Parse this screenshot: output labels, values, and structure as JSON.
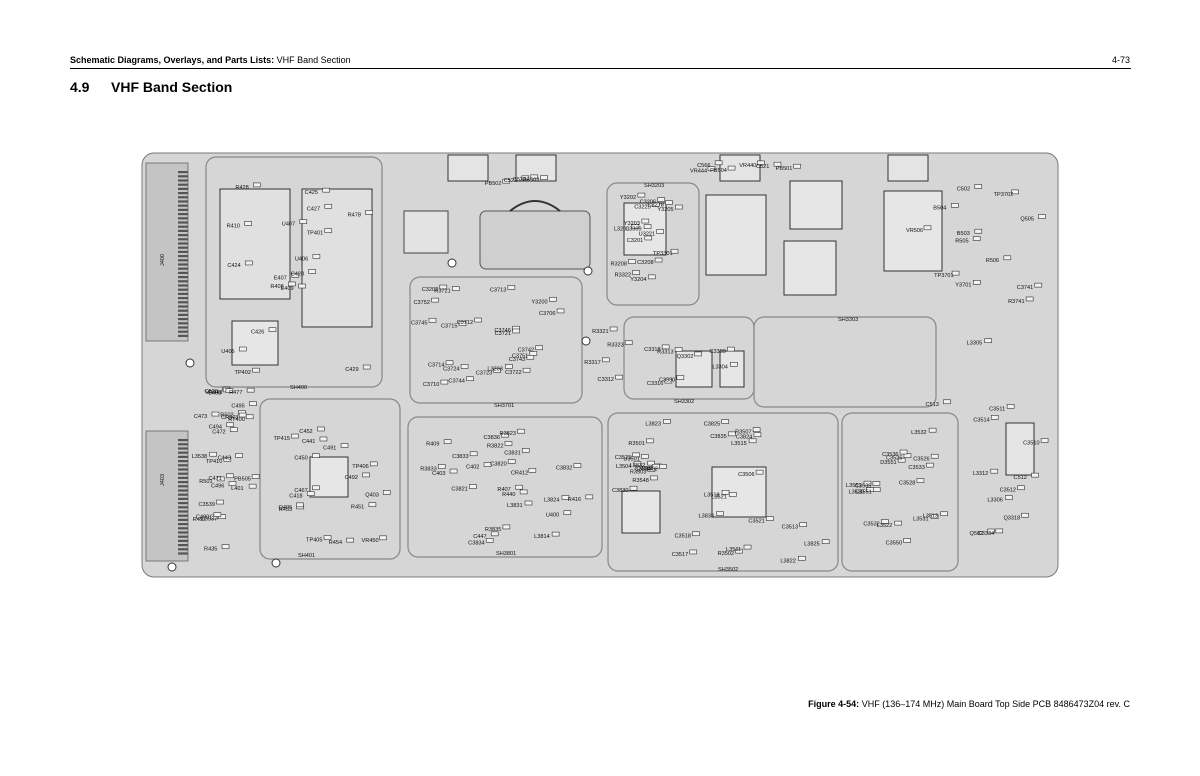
{
  "header": {
    "section_bold": "Schematic Diagrams, Overlays, and Parts Lists:",
    "section_rest": " VHF Band Section",
    "page_number": "4-73"
  },
  "heading": {
    "number": "4.9",
    "title": "VHF Band Section"
  },
  "board": {
    "shield_labels": [
      "SH400",
      "SH401",
      "SH3701",
      "SH3801",
      "SH3502",
      "SH3302",
      "SH3303",
      "SH3203"
    ],
    "connector_labels": [
      "J400",
      "J403"
    ],
    "component_labels": [
      "E409",
      "R410",
      "E407",
      "U405",
      "U406",
      "C426",
      "C425",
      "U407",
      "C427",
      "C428",
      "R428",
      "C429",
      "C424",
      "R478",
      "R408",
      "TP401",
      "TP402",
      "C523",
      "PB503",
      "PB502",
      "C522",
      "VR444",
      "PB504",
      "VR440",
      "C521",
      "PB501",
      "C566",
      "C502",
      "VR506",
      "R506",
      "Q505",
      "R505",
      "Y3701",
      "B503",
      "B504",
      "TP3702",
      "TP3701",
      "R3741",
      "C3741",
      "C3742",
      "C3713",
      "C3712",
      "C3715",
      "C3743",
      "C3744",
      "C3745",
      "C3746",
      "C3710",
      "C3723",
      "C3721",
      "C3714",
      "C3706",
      "C3752",
      "C3751",
      "C3722",
      "C3724",
      "R3721",
      "C3202",
      "L3203",
      "Y3200",
      "C3206",
      "C3201",
      "L3200",
      "Y3203",
      "Y3205",
      "Y3202",
      "C3278",
      "C3225",
      "U3221",
      "R3208",
      "C3208",
      "Y3204",
      "TP3301",
      "L3309",
      "R3322",
      "R3321",
      "R3323",
      "R3317",
      "C3318",
      "C3330",
      "R3313",
      "C3312",
      "Q3302",
      "L3304",
      "C3316",
      "C3309",
      "L3312",
      "Q3318",
      "C3334",
      "L3306",
      "L3305",
      "C3510",
      "C3511",
      "C3512",
      "C3514",
      "C512",
      "C513",
      "Q502",
      "R502",
      "CR503",
      "R501",
      "C520",
      "PB505",
      "L3538",
      "C3539",
      "C3537",
      "R435",
      "C443",
      "RT400",
      "TP410",
      "L401",
      "C473",
      "C472",
      "C471",
      "VR449",
      "R497",
      "C496",
      "C495",
      "C494",
      "C493",
      "C490",
      "R477",
      "C491",
      "C441",
      "C492",
      "C418",
      "VR450",
      "TP405",
      "TP406",
      "TP415",
      "R453",
      "R454",
      "C450",
      "C452",
      "Q403",
      "R451",
      "C467",
      "Q405",
      "R416",
      "C402",
      "R440",
      "C403",
      "U400",
      "R407",
      "CR412",
      "R409",
      "C447",
      "L3814",
      "R3835",
      "C3836",
      "C3832",
      "C3833",
      "R3833",
      "C3834",
      "L3824",
      "R3823",
      "R3822",
      "C3820",
      "C3821",
      "C3831",
      "L3831",
      "C3835",
      "C3830",
      "C3825",
      "C3824",
      "L3832",
      "L3833",
      "L3825",
      "L3823",
      "L3822",
      "C3513",
      "L3511",
      "L3504",
      "R3507",
      "C3506",
      "C3517",
      "L3515",
      "C3521",
      "C3523",
      "Q3501",
      "U3501",
      "L3521",
      "R3502",
      "R3503",
      "R3501",
      "C3502",
      "C3504",
      "R3548",
      "C3518",
      "L3518",
      "L3513",
      "L3522",
      "C3525",
      "C3526",
      "C3528",
      "C3550",
      "C3551",
      "C3536",
      "L3531",
      "C3532",
      "C3535",
      "L3532",
      "D3551",
      "L3551",
      "C3533",
      "L3530"
    ]
  },
  "caption": {
    "label": "Figure 4-54:",
    "text": " VHF (136–174 MHz) Main Board Top Side PCB 8486473Z04 rev. C"
  }
}
